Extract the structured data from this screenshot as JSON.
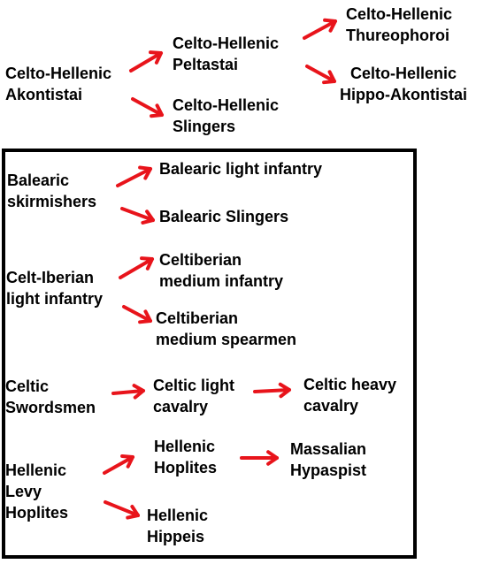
{
  "colors": {
    "arrow": "#e8141b",
    "text": "#000000",
    "frame": "#000000",
    "background": "#ffffff"
  },
  "nodes": {
    "akontistai": {
      "lines": [
        "Celto-Hellenic",
        "Akontistai"
      ]
    },
    "peltastai": {
      "lines": [
        "Celto-Hellenic",
        "Peltastai"
      ]
    },
    "slingers_ch": {
      "lines": [
        "Celto-Hellenic",
        "Slingers"
      ]
    },
    "thureophoroi": {
      "lines": [
        "Celto-Hellenic",
        "Thureophoroi"
      ]
    },
    "hippo_akontistai": {
      "lines": [
        "Celto-Hellenic",
        "Hippo-Akontistai"
      ]
    },
    "balearic_skirmishers": {
      "lines": [
        "Balearic",
        "skirmishers"
      ]
    },
    "balearic_light_infantry": {
      "lines": [
        "Balearic light infantry"
      ]
    },
    "balearic_slingers": {
      "lines": [
        "Balearic Slingers"
      ]
    },
    "celt_iberian_light_infantry": {
      "lines": [
        "Celt-Iberian",
        "light infantry"
      ]
    },
    "celtiberian_medium_infantry": {
      "lines": [
        "Celtiberian",
        "medium infantry"
      ]
    },
    "celtiberian_medium_spearmen": {
      "lines": [
        "Celtiberian",
        "medium spearmen"
      ]
    },
    "celtic_swordsmen": {
      "lines": [
        "Celtic",
        "Swordsmen"
      ]
    },
    "celtic_light_cavalry": {
      "lines": [
        "Celtic light",
        "cavalry"
      ]
    },
    "celtic_heavy_cavalry": {
      "lines": [
        "Celtic heavy",
        "cavalry"
      ]
    },
    "hellenic_levy_hoplites": {
      "lines": [
        "Hellenic",
        "Levy",
        "Hoplites"
      ]
    },
    "hellenic_hoplites": {
      "lines": [
        "Hellenic",
        "Hoplites"
      ]
    },
    "massalian_hypaspist": {
      "lines": [
        "Massalian",
        "Hypaspist"
      ]
    },
    "hellenic_hippeis": {
      "lines": [
        "Hellenic",
        "Hippeis"
      ]
    }
  },
  "edges": [
    {
      "from": "akontistai",
      "to": "peltastai"
    },
    {
      "from": "akontistai",
      "to": "slingers_ch"
    },
    {
      "from": "peltastai",
      "to": "thureophoroi"
    },
    {
      "from": "peltastai",
      "to": "hippo_akontistai"
    },
    {
      "from": "balearic_skirmishers",
      "to": "balearic_light_infantry"
    },
    {
      "from": "balearic_skirmishers",
      "to": "balearic_slingers"
    },
    {
      "from": "celt_iberian_light_infantry",
      "to": "celtiberian_medium_infantry"
    },
    {
      "from": "celt_iberian_light_infantry",
      "to": "celtiberian_medium_spearmen"
    },
    {
      "from": "celtic_swordsmen",
      "to": "celtic_light_cavalry"
    },
    {
      "from": "celtic_light_cavalry",
      "to": "celtic_heavy_cavalry"
    },
    {
      "from": "hellenic_levy_hoplites",
      "to": "hellenic_hoplites"
    },
    {
      "from": "hellenic_levy_hoplites",
      "to": "hellenic_hippeis"
    },
    {
      "from": "hellenic_hoplites",
      "to": "massalian_hypaspist"
    }
  ]
}
